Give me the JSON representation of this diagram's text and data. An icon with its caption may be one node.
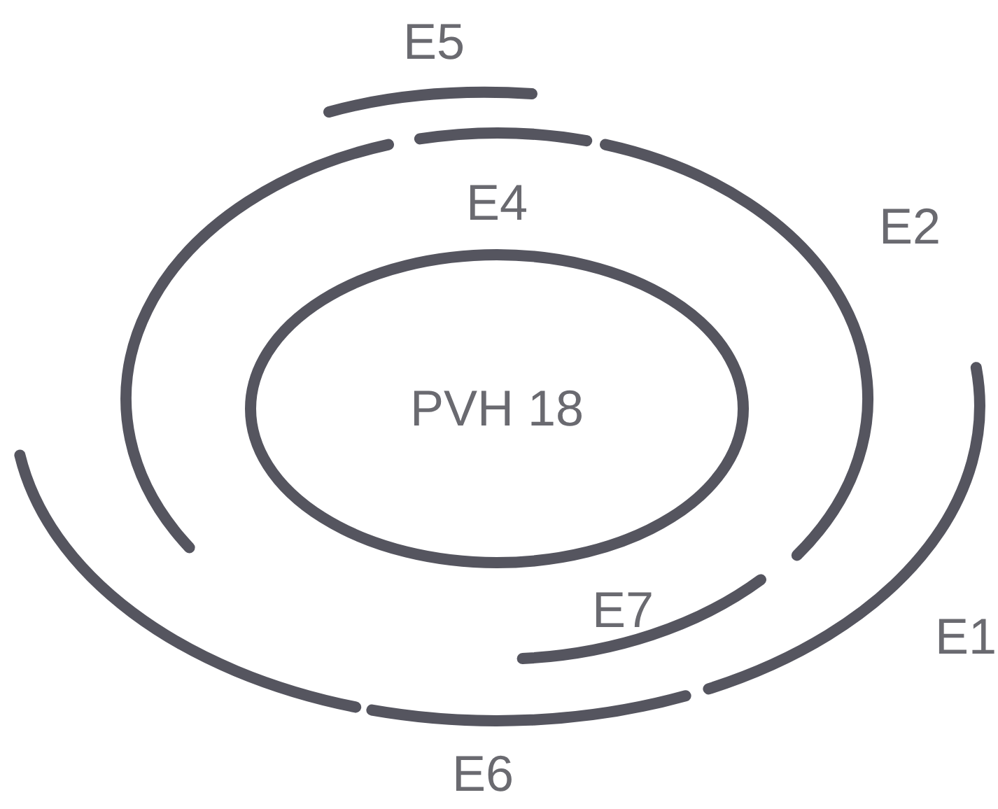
{
  "diagram": {
    "nodes": [
      {
        "text": [
          "PVH 18"
        ]
      }
    ],
    "labels": [
      "E5",
      "E4",
      "E2",
      "E7",
      "E1",
      "E6"
    ]
  }
}
